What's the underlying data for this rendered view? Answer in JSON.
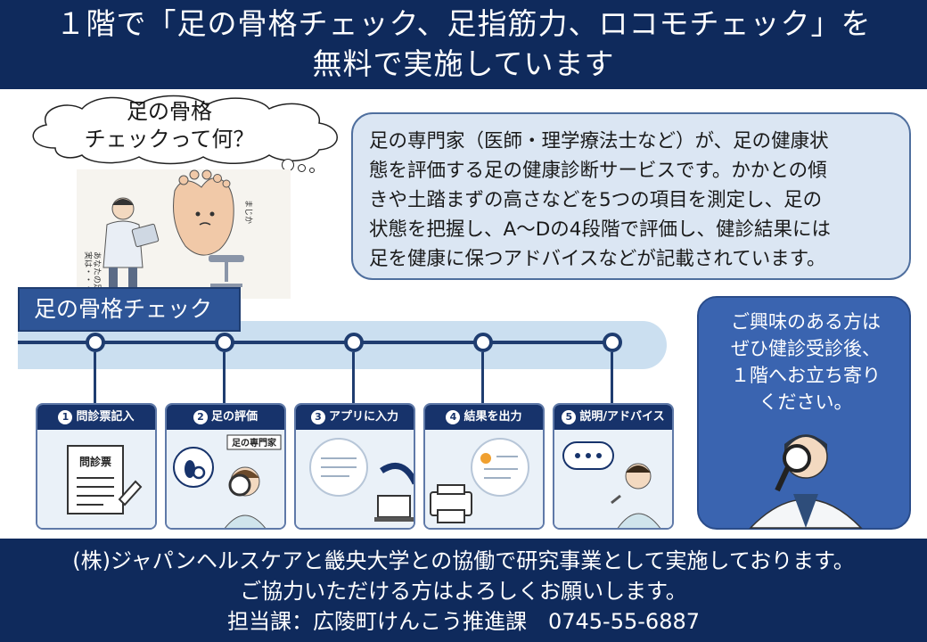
{
  "header": {
    "line1": "１階で「足の骨格チェック、足指筋力、ロコモチェック」を",
    "line2": "無料で実施しています"
  },
  "cloud": {
    "line1": "足の骨格",
    "line2": "チェックって何？"
  },
  "illustration": {
    "caption1": "あなたの足、",
    "caption2": "実は・・・",
    "mark": "まじか"
  },
  "info": {
    "line1": "足の専門家（医師・理学療法士など）が、足の健康状",
    "line2": "態を評価する足の健康診断サービスです。かかとの傾",
    "line3": "きや土踏まずの高さなどを5つの項目を測定し、足の",
    "line4": "状態を把握し、A～Dの4段階で評価し、健診結果には",
    "line5": "足を健康に保つアドバイスなどが記載されています。"
  },
  "section_label": "足の骨格チェック",
  "steps": [
    {
      "num": "1",
      "label": "問診票記入",
      "sheet": "問診票"
    },
    {
      "num": "2",
      "label": "足の評価",
      "tag": "足の専門家"
    },
    {
      "num": "3",
      "label": "アプリに入力"
    },
    {
      "num": "4",
      "label": "結果を出力"
    },
    {
      "num": "5",
      "label": "説明/アドバイス"
    }
  ],
  "cta": {
    "line1": "ご興味のある方は",
    "line2": "ぜひ健診受診後、",
    "line3": "１階へお立ち寄り",
    "line4": "ください。"
  },
  "footer": {
    "line1": "(株)ジャパンヘルスケアと畿央大学との協働で研究事業として実施しております。",
    "line2": "ご協力いただける方はよろしくお願いします。",
    "line3": "担当課：広陵町けんこう推進課　0745-55-6887"
  },
  "colors": {
    "navy": "#0f2a5c",
    "accent_blue": "#3a64b0",
    "light_blue": "#dbe6f3",
    "track_blue": "#cbdff0"
  }
}
